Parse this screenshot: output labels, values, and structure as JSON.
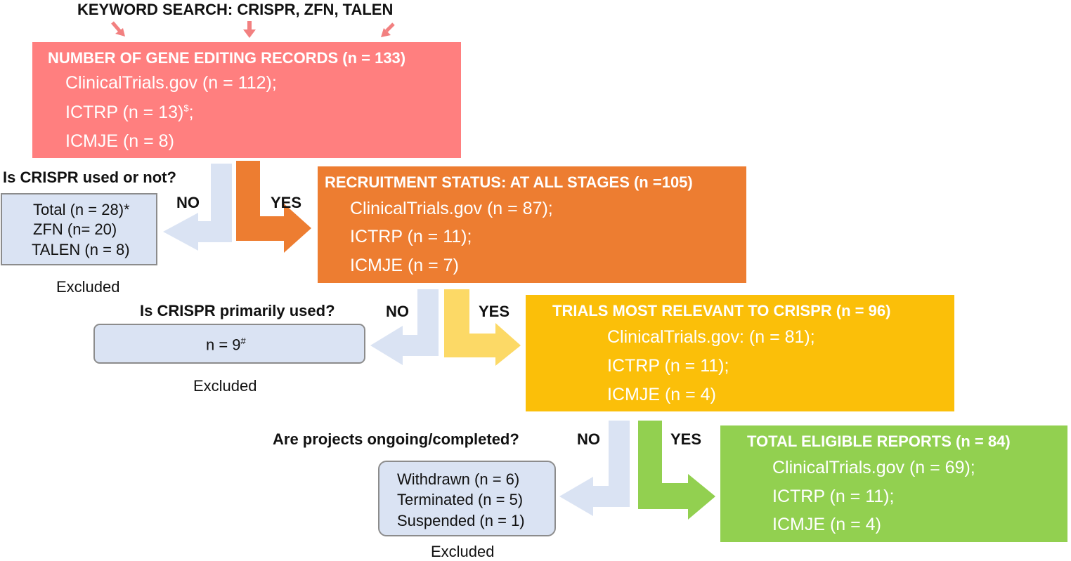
{
  "search": {
    "heading": "KEYWORD SEARCH: CRISPR, ZFN, TALEN"
  },
  "colors": {
    "stage1": "#ff7f7f",
    "stage2": "#ed7d31",
    "stage3": "#fbbf09",
    "stage3_light": "#fcd966",
    "stage4": "#92d050",
    "excluded_fill": "#dae3f3",
    "excluded_border": "#8c8c8c",
    "no_arrow": "#dae3f3",
    "pointer": "#f28080"
  },
  "stage1": {
    "title": "NUMBER OF GENE EDITING RECORDS (n = 133)",
    "lines": [
      "ClinicalTrials.gov (n = 112);",
      "ICTRP (n = 13)",
      "ICMJE (n = 8)"
    ],
    "line2_sup": "$",
    "line2_suffix": ";"
  },
  "q1": {
    "question": "Is CRISPR used or not?",
    "no": "NO",
    "yes": "YES",
    "excluded_lines": [
      "Total (n = 28)*",
      "ZFN (n= 20)",
      "TALEN (n = 8)"
    ],
    "excluded_label": "Excluded"
  },
  "stage2": {
    "title": "RECRUITMENT STATUS: AT ALL STAGES (n =105)",
    "lines": [
      "ClinicalTrials.gov (n = 87);",
      "ICTRP (n = 11);",
      "ICMJE (n = 7)"
    ]
  },
  "q2": {
    "question": "Is CRISPR primarily used?",
    "no": "NO",
    "yes": "YES",
    "excluded_value": "n = 9",
    "excluded_sup": "#",
    "excluded_label": "Excluded"
  },
  "stage3": {
    "title": "TRIALS MOST RELEVANT TO CRISPR (n = 96)",
    "lines": [
      "ClinicalTrials.gov: (n = 81);",
      "ICTRP (n = 11);",
      "ICMJE (n = 4)"
    ]
  },
  "q3": {
    "question": "Are projects ongoing/completed?",
    "no": "NO",
    "yes": "YES",
    "excluded_lines": [
      "Withdrawn (n = 6)",
      "Terminated (n = 5)",
      "Suspended (n = 1)"
    ],
    "excluded_label": "Excluded"
  },
  "stage4": {
    "title": "TOTAL ELIGIBLE REPORTS (n = 84)",
    "lines": [
      "ClinicalTrials.gov (n = 69);",
      "ICTRP (n = 11);",
      "ICMJE (n = 4)"
    ]
  }
}
